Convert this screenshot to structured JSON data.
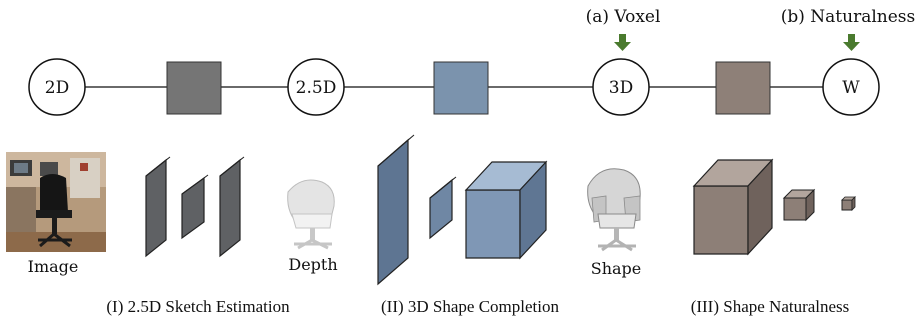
{
  "pipeline": {
    "nodes": [
      {
        "id": "node-2d",
        "label": "2D"
      },
      {
        "id": "node-25d",
        "label": "2.5D"
      },
      {
        "id": "node-3d",
        "label": "3D"
      },
      {
        "id": "node-w",
        "label": "W"
      }
    ],
    "block_colors": [
      "#757575",
      "#7b93ad",
      "#8e8078"
    ],
    "loss_labels": {
      "voxel": "(a) Voxel",
      "naturalness": "(b) Naturalness"
    },
    "arrow_color": "#4a7a2e"
  },
  "images": {
    "image_label": "Image",
    "depth_label": "Depth",
    "shape_label": "Shape"
  },
  "stages": {
    "sketch": "(I) 2.5D Sketch Estimation",
    "completion": "(II) 3D Shape Completion",
    "naturalness": "(III) Shape Naturalness"
  },
  "colors": {
    "sketch_net": "#5f6164",
    "completion_net": "#6f87a4",
    "naturalness_net": "#8d7f77"
  }
}
